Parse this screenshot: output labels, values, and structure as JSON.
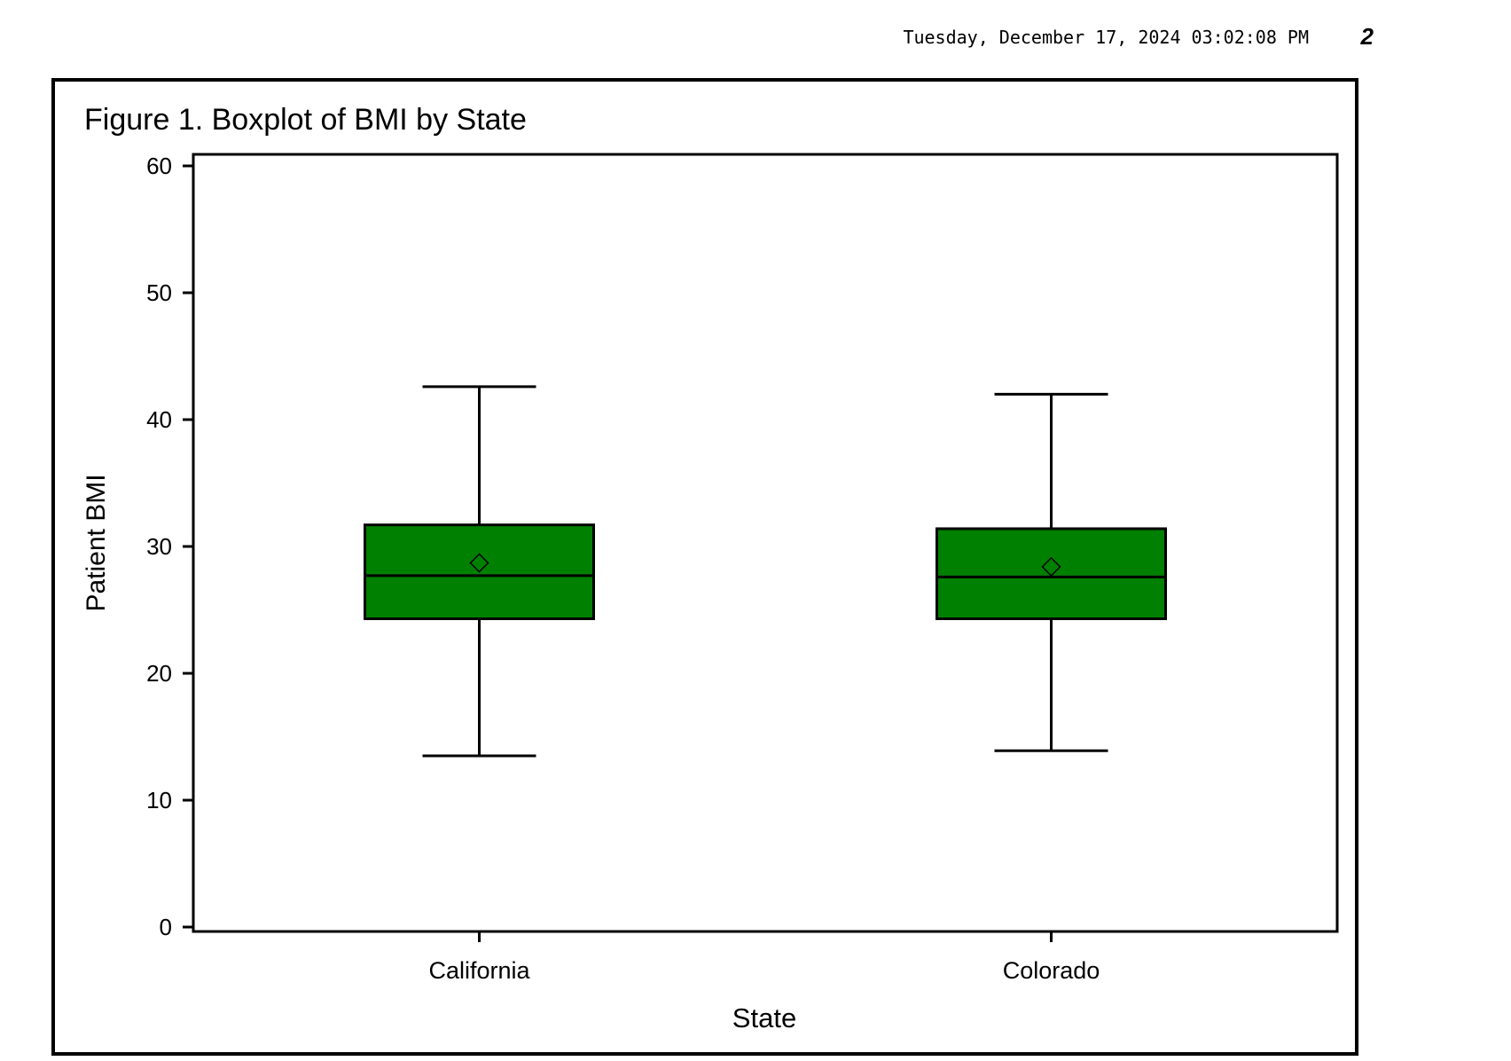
{
  "header": {
    "timestamp": "Tuesday, December 17, 2024 03:02:08 PM",
    "page_number": "2"
  },
  "chart_data": {
    "type": "box",
    "title": "Figure 1. Boxplot of BMI by State",
    "xlabel": "State",
    "ylabel": "Patient BMI",
    "ylim": [
      0,
      60
    ],
    "yticks": [
      0,
      10,
      20,
      30,
      40,
      50,
      60
    ],
    "categories": [
      "California",
      "Colorado"
    ],
    "boxes": [
      {
        "category": "California",
        "min": 13.5,
        "q1": 24.3,
        "median": 27.7,
        "q3": 31.7,
        "max": 42.6,
        "mean": 28.7
      },
      {
        "category": "Colorado",
        "min": 13.9,
        "q1": 24.3,
        "median": 27.6,
        "q3": 31.4,
        "max": 42.0,
        "mean": 28.4
      }
    ],
    "box_color": "#008000",
    "grid": false,
    "legend": "none"
  }
}
